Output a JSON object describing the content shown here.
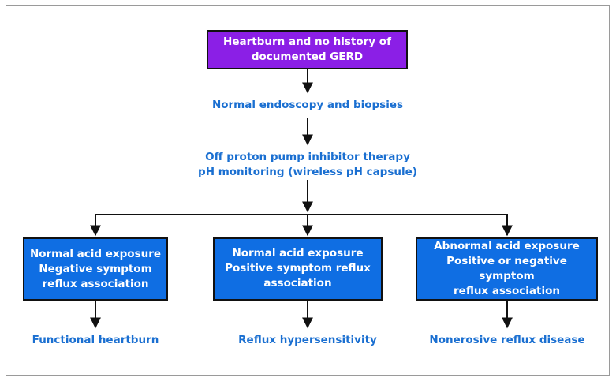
{
  "colors": {
    "top_box": "#8b1fe6",
    "outcome_box": "#0f6ee3",
    "label_text": "#1a6fd1",
    "box_text": "#ffffff",
    "arrow": "#111111"
  },
  "top_box": {
    "lines": [
      "Heartburn and no history of",
      "documented GERD"
    ]
  },
  "step1": {
    "text": "Normal endoscopy and biopsies"
  },
  "step2": {
    "lines": [
      "Off proton pump inhibitor therapy",
      "pH monitoring (wireless pH capsule)"
    ]
  },
  "branches": [
    {
      "box_lines": [
        "Normal acid exposure",
        "Negative symptom",
        "reflux association"
      ],
      "outcome": "Functional heartburn"
    },
    {
      "box_lines": [
        "Normal acid exposure",
        "Positive symptom reflux",
        "association"
      ],
      "outcome": "Reflux hypersensitivity"
    },
    {
      "box_lines": [
        "Abnormal acid exposure",
        "Positive or negative symptom",
        "reflux association"
      ],
      "outcome": "Nonerosive reflux disease"
    }
  ]
}
